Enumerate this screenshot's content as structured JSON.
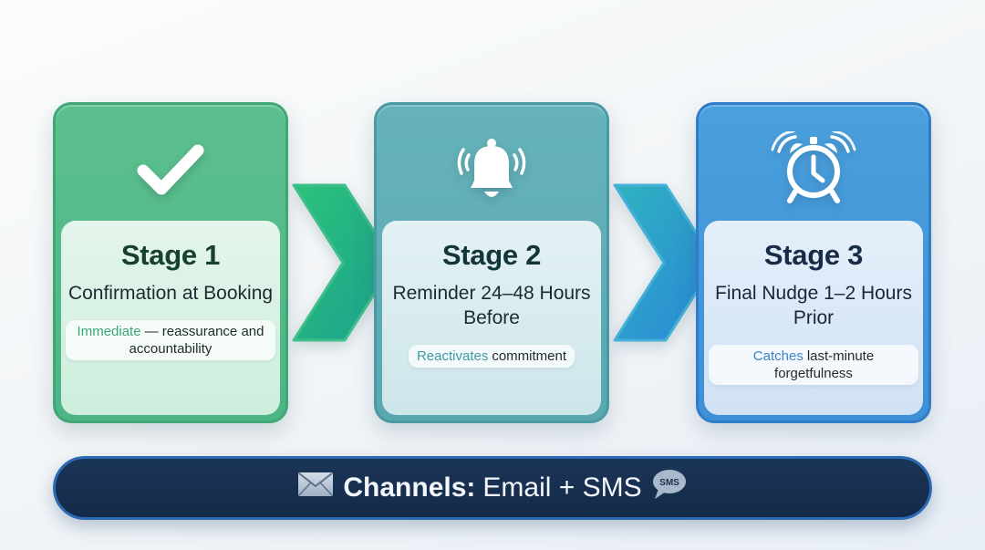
{
  "stages": [
    {
      "title": "Stage 1",
      "description": "Confirmation at Booking",
      "note_accent": "Immediate",
      "note_rest": "— reassurance and accountability",
      "icon": "checkmark-icon",
      "color": "#4db585"
    },
    {
      "title": "Stage 2",
      "description": "Reminder 24–48 Hours Before",
      "note_accent": "Reactivates",
      "note_rest": "commitment",
      "icon": "bell-icon",
      "color": "#5aa7b0"
    },
    {
      "title": "Stage 3",
      "description": "Final Nudge 1–2 Hours Prior",
      "note_accent": "Catches",
      "note_rest": "last-minute forgetfulness",
      "icon": "alarm-clock-icon",
      "color": "#3e90d6"
    }
  ],
  "connectors": [
    {
      "icon": "chevron-right-icon",
      "from": "Stage 1",
      "to": "Stage 2"
    },
    {
      "icon": "chevron-right-icon",
      "from": "Stage 2",
      "to": "Stage 3"
    }
  ],
  "banner": {
    "label": "Channels:",
    "value": "Email + SMS",
    "icon_left": "envelope-icon",
    "icon_right": "sms-bubble-icon",
    "sms_text": "SMS",
    "color": "#142a48"
  }
}
